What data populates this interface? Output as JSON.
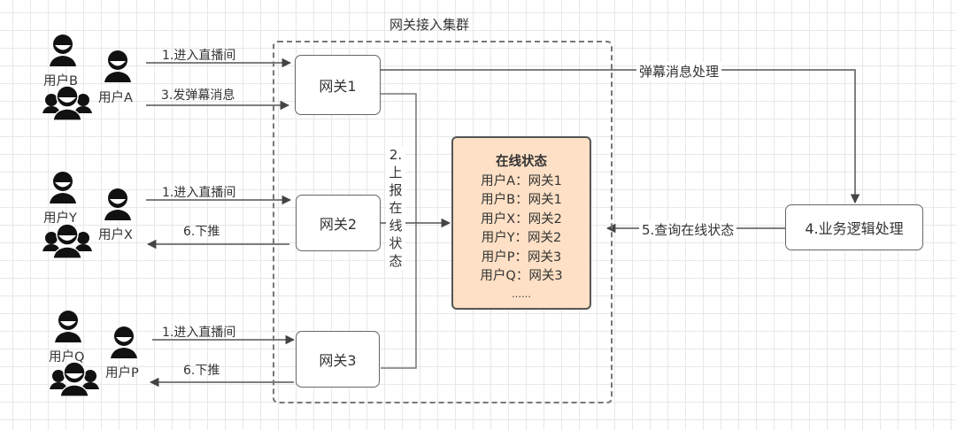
{
  "cluster": {
    "title": "网关接入集群"
  },
  "gateways": [
    {
      "label": "网关1"
    },
    {
      "label": "网关2"
    },
    {
      "label": "网关3"
    }
  ],
  "online_state": {
    "title": "在线状态",
    "entries": [
      "用户A：网关1",
      "用户B：网关1",
      "用户X：网关2",
      "用户Y：网关2",
      "用户P：网关3",
      "用户Q：网关3"
    ],
    "ellipsis": "……"
  },
  "business": {
    "label": "4.业务逻辑处理"
  },
  "users": {
    "group1": {
      "single": "用户A",
      "group": "用户B"
    },
    "group2": {
      "single": "用户X",
      "group": "用户Y"
    },
    "group3": {
      "single": "用户P",
      "group": "用户Q"
    }
  },
  "edges": {
    "enter_room_1": "1.进入直播间",
    "send_danmaku": "3.发弹幕消息",
    "enter_room_2": "1.进入直播间",
    "push_down_2": "6.下推",
    "enter_room_3": "1.进入直播间",
    "push_down_3": "6.下推",
    "danmaku_processing": "弹幕消息处理",
    "report_status": [
      "2.",
      "上",
      "报",
      "在",
      "线",
      "状",
      "态"
    ],
    "query_status": "5.查询在线状态"
  }
}
